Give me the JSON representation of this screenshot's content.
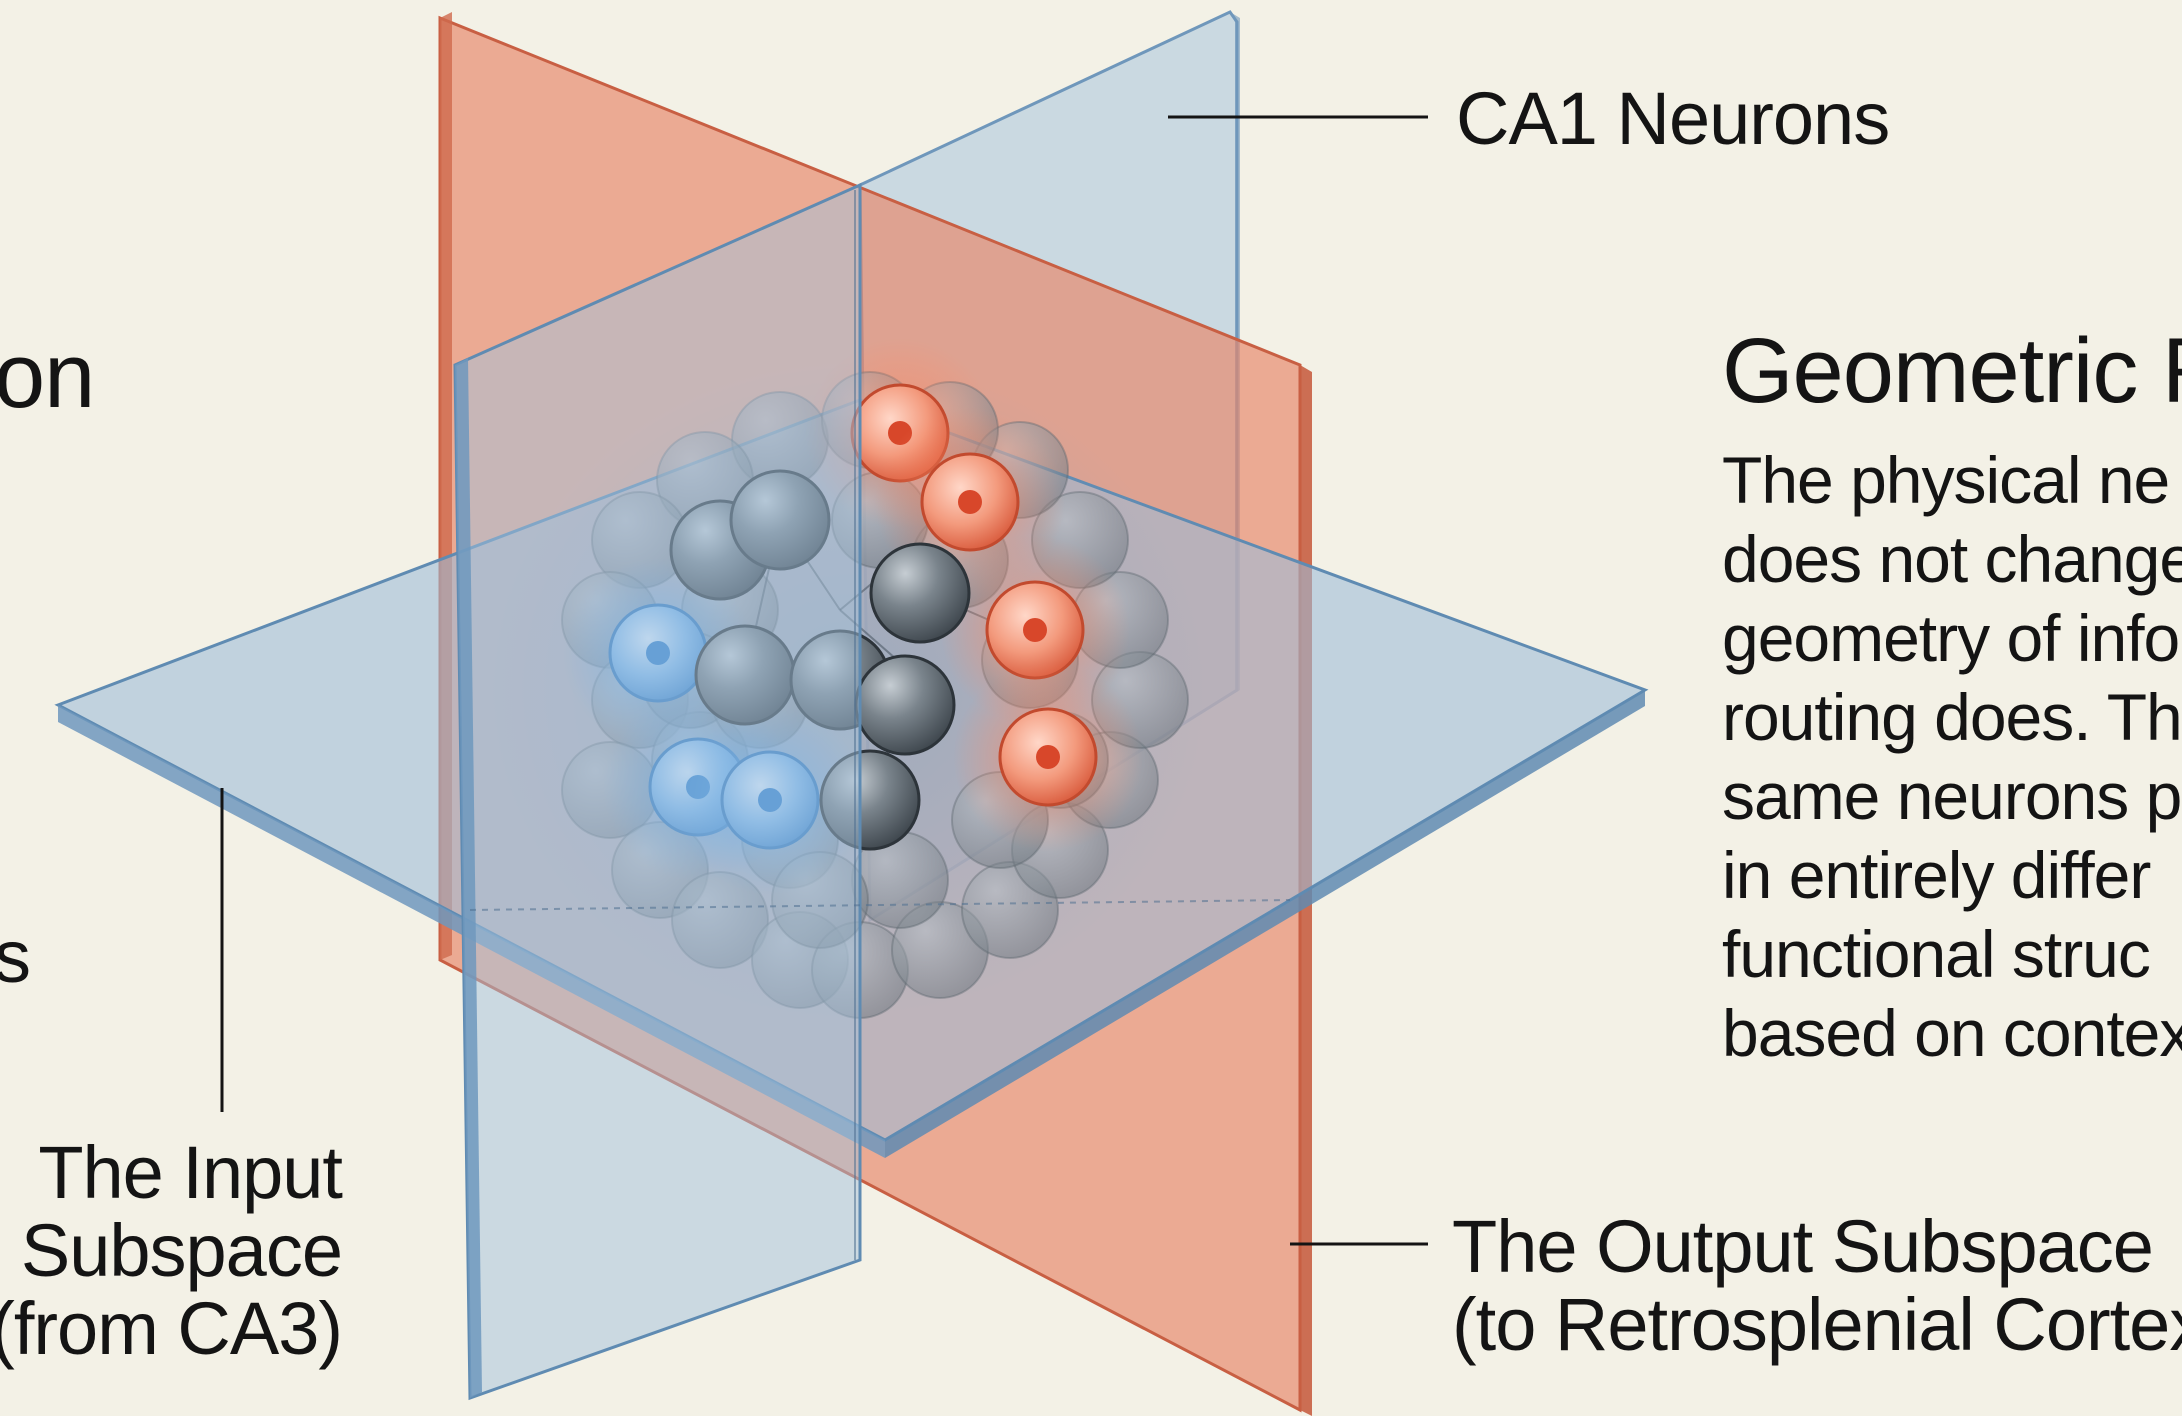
{
  "labels": {
    "ca1": "CA1 Neurons",
    "input": [
      "The Input",
      "Subspace",
      "(from CA3)"
    ],
    "output": [
      "The Output Subspace",
      "(to Retrosplenial Cortex)"
    ]
  },
  "left_cut": {
    "heading_fragment": "on",
    "text_fragment": "s"
  },
  "right_panel": {
    "heading": "Geometric R",
    "paragraph": [
      "The physical ne",
      "does not change",
      "geometry of info",
      "routing does. Th",
      "same neurons p",
      "in entirely differ",
      "functional struc",
      "based on contex"
    ]
  },
  "colors": {
    "background": "#f3f1e6",
    "blue_plane": "#8fb4d6",
    "red_plane": "#e07f65",
    "neuron_gray": "#6e7880",
    "neuron_blue": "#3f8fd8",
    "neuron_red": "#e0593a"
  }
}
